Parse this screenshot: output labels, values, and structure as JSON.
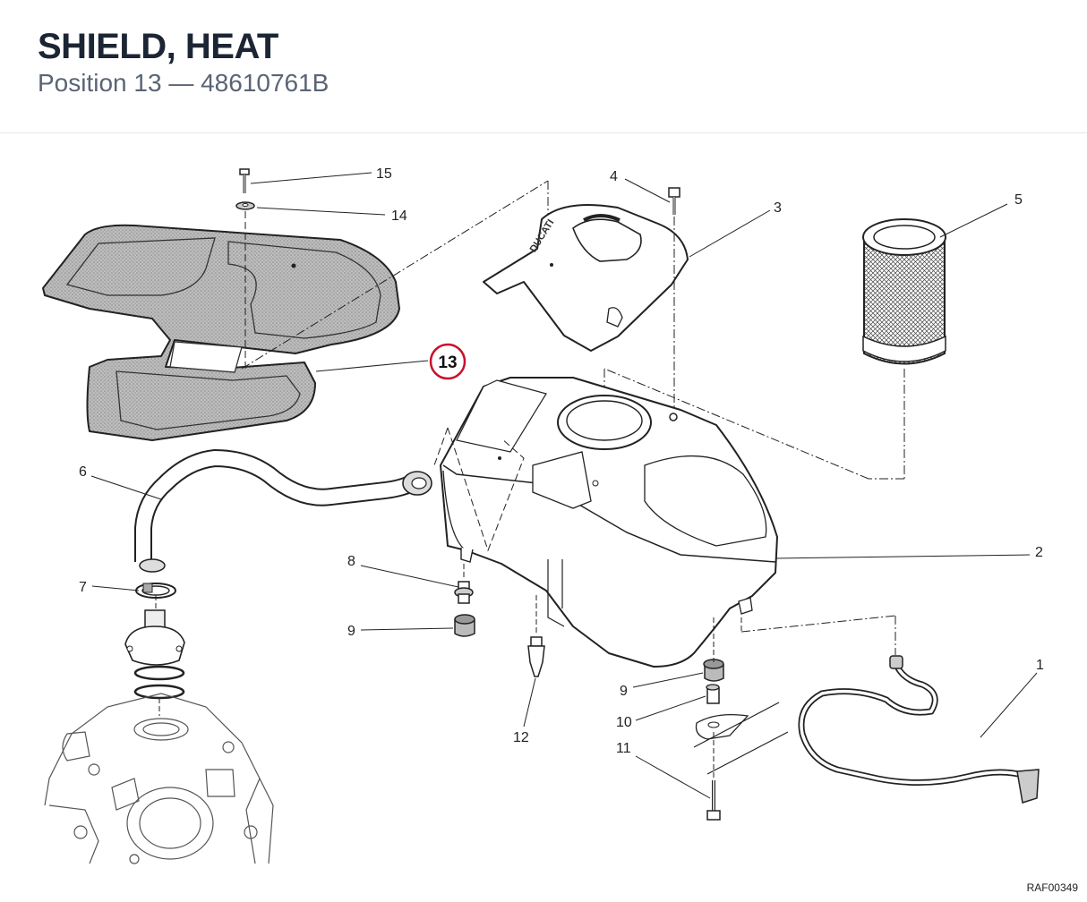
{
  "header": {
    "title": "SHIELD, HEAT",
    "subtitle": "Position 13 — 48610761B"
  },
  "diagram": {
    "drawing_code": "RAF00349",
    "highlight_color": "#c8102e",
    "highlighted_callout": "13",
    "brand_mark": "DUCATI",
    "callouts": [
      "15",
      "14",
      "4",
      "3",
      "5",
      "13",
      "6",
      "2",
      "8",
      "9",
      "7",
      "9",
      "10",
      "11",
      "12",
      "1"
    ]
  }
}
